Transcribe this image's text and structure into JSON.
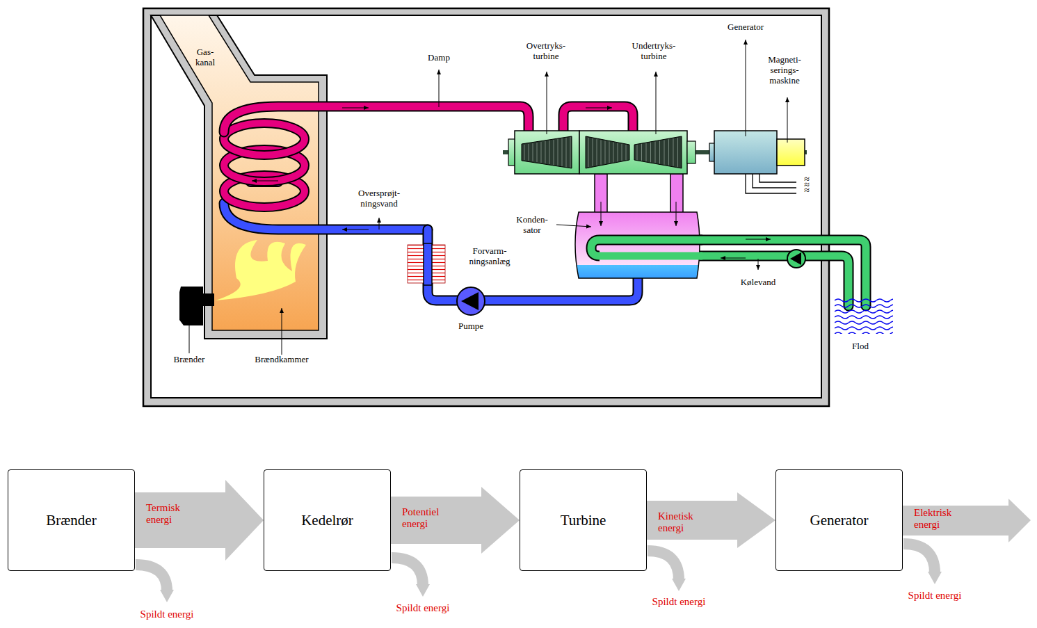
{
  "diagram": {
    "nodes": [
      {
        "text": [
          "Brænder"
        ]
      },
      {
        "text": [
          "Kedelrør"
        ]
      },
      {
        "text": [
          "Turbine"
        ]
      },
      {
        "text": [
          "Generator"
        ]
      }
    ],
    "edges": [
      {
        "from": 0,
        "to": 1,
        "arrow": "to",
        "label": "Termisk energi"
      },
      {
        "from": 1,
        "to": 2,
        "arrow": "to",
        "label": "Potentiel energi"
      },
      {
        "from": 2,
        "to": 3,
        "arrow": "to",
        "label": "Kinetisk energi"
      }
    ],
    "labels": [
      "Gas- kanal",
      "Damp",
      "Overtryks- turbine",
      "Undertryks- turbine",
      "Generator",
      "Magneti- serings- maskine",
      "Oversprøjt- ningsvand",
      "Forvarm- ningsanlæg",
      "Konden- sator",
      "Kølevand",
      "Pumpe",
      "Brænder",
      "Brændkammer",
      "Flod",
      "≈",
      "≈",
      "≈",
      "Elektrisk energi",
      "Spildt energi",
      "Spildt energi",
      "Spildt energi",
      "Spildt energi"
    ]
  }
}
